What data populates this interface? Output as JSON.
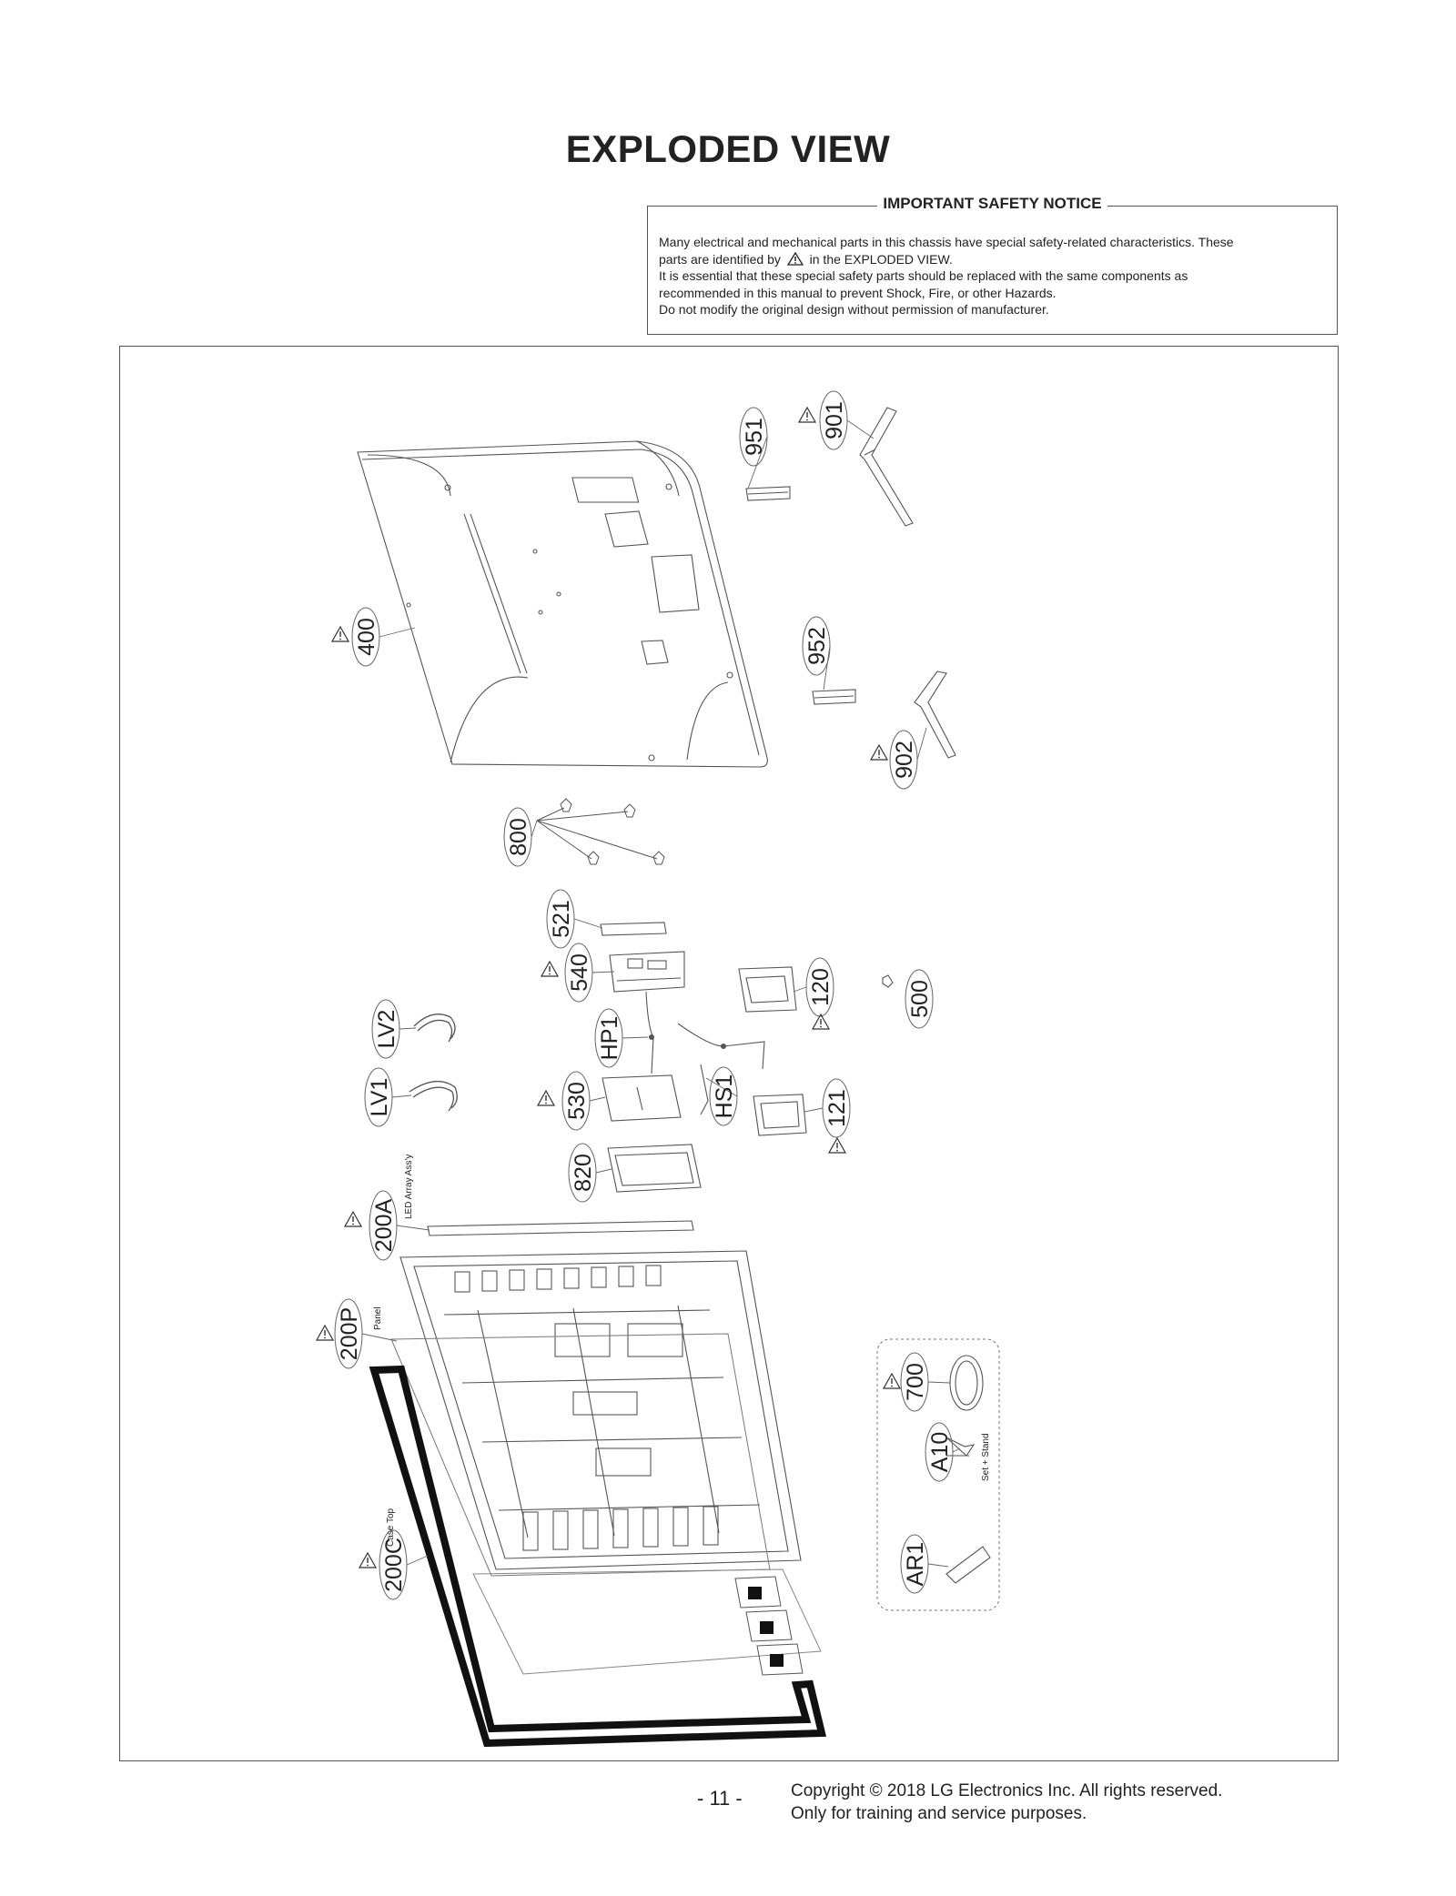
{
  "title": "EXPLODED VIEW",
  "notice": {
    "heading": "IMPORTANT SAFETY NOTICE",
    "line1": "Many electrical and mechanical parts in this chassis have special safety-related characteristics. These",
    "line2a": "parts are identified by",
    "line2b": "in the EXPLODED VIEW.",
    "line3": "It is essential that these special safety parts should be replaced with the same components as",
    "line4": "recommended in this manual to prevent Shock, Fire, or other Hazards.",
    "line5": "Do not modify the original design without permission of manufacturer."
  },
  "parts": {
    "p951": "951",
    "p901": "901",
    "p400": "400",
    "p952": "952",
    "p902": "902",
    "p800": "800",
    "p521": "521",
    "p540": "540",
    "p120": "120",
    "p500": "500",
    "pLV2": "LV2",
    "pHP1": "HP1",
    "pLV1": "LV1",
    "p530": "530",
    "pHS1": "HS1",
    "p121": "121",
    "p820": "820",
    "p200A": "200A",
    "p200P": "200P",
    "p200C": "200C",
    "p700": "700",
    "pA10": "A10",
    "pAR1": "AR1"
  },
  "captions": {
    "led": "LED Array Ass'y",
    "panel": "Panel",
    "case_top": "Case Top",
    "set_stand": "Set + Stand"
  },
  "footer": {
    "page": "- 11 -",
    "copyright1": "Copyright © 2018 LG Electronics Inc. All rights reserved.",
    "copyright2": "Only for training and service purposes."
  }
}
